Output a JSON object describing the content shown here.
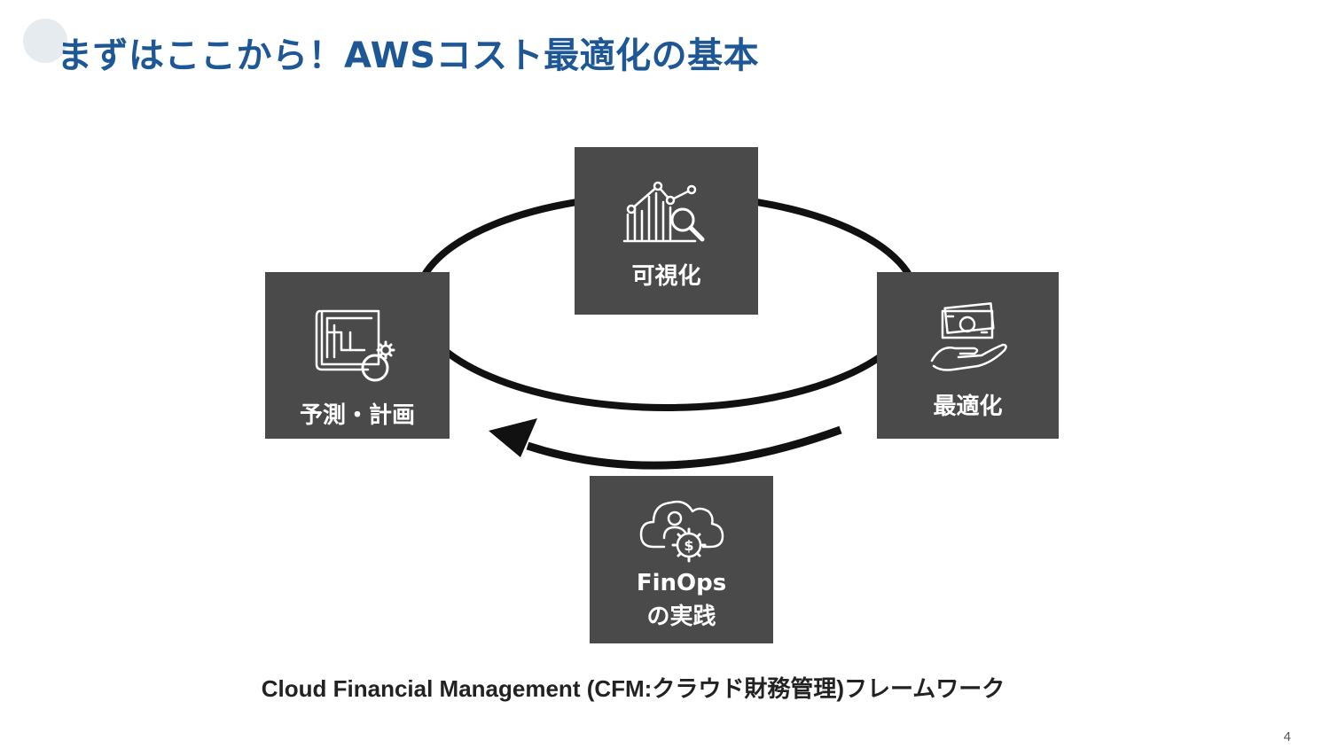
{
  "slide": {
    "title": "まずはここから！AWSコスト最適化の基本",
    "page_number": "4"
  },
  "diagram": {
    "nodes": [
      {
        "id": "visualize",
        "label": "可視化",
        "icon": "analytics-chart-magnifier-icon"
      },
      {
        "id": "optimize",
        "label": "最適化",
        "icon": "hand-money-icon"
      },
      {
        "id": "forecast",
        "label": "予測・計画",
        "icon": "blueprint-gear-icon"
      },
      {
        "id": "finops",
        "label_line1": "FinOps",
        "label_line2": "の実践",
        "icon": "cloud-person-dollar-gear-icon"
      }
    ],
    "caption": "Cloud Financial Management (CFM:クラウド財務管理)フレームワーク",
    "colors": {
      "title": "#1d5796",
      "box": "#4a4a4a",
      "ring": "#111111",
      "text_on_box": "#ffffff"
    }
  }
}
